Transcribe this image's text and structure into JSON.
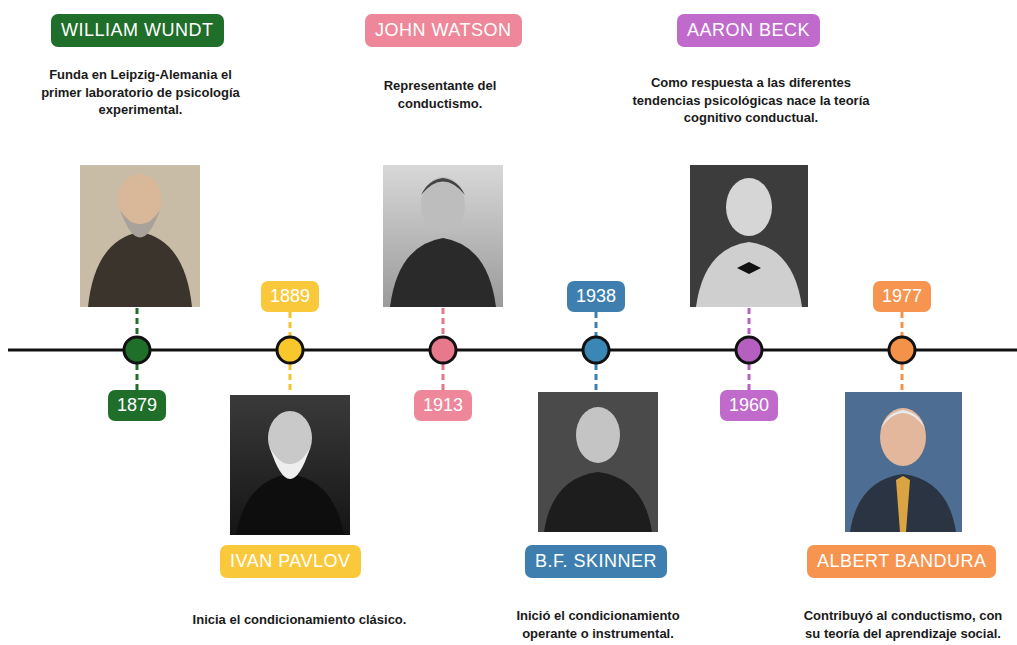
{
  "diagram": {
    "nodes": [
      {
        "text": [
          "WILLIAM WUNDT"
        ]
      },
      {
        "text": [
          "1879"
        ]
      },
      {
        "text": [
          "1889"
        ]
      },
      {
        "text": [
          "IVAN PAVLOV"
        ]
      },
      {
        "text": [
          "JOHN WATSON"
        ]
      },
      {
        "text": [
          "1913"
        ]
      },
      {
        "text": [
          "1938"
        ]
      },
      {
        "text": [
          "B.F. SKINNER"
        ]
      },
      {
        "text": [
          "AARON BECK"
        ]
      },
      {
        "text": [
          "1960"
        ]
      },
      {
        "text": [
          "1977"
        ]
      },
      {
        "text": [
          "ALBERT BANDURA"
        ]
      }
    ],
    "labels": [
      "Funda en Leipzig-Alemania el primer laboratorio de psicología experimental.",
      "Inicia el condicionamiento clásico.",
      "Representante del conductismo.",
      "Inició el condicionamiento operante o instrumental.",
      "Como respuesta a las diferentes tendencias psicológicas nace la teoría cognitivo conductual.",
      "Contribuyó al conductismo, con su teoría del aprendizaje social."
    ]
  }
}
